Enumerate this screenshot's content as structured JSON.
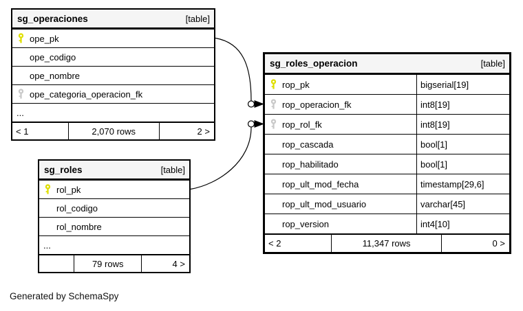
{
  "note": "Generated by SchemaSpy",
  "colors": {
    "pk_key": "#dfdf00",
    "fk_key": "#c9c9c9",
    "header_bg": "#f5f5f5",
    "border": "#000000",
    "connector": "#000000"
  },
  "tables": [
    {
      "id": "sg_operaciones",
      "title": "sg_operaciones",
      "badge": "[table]",
      "columns": [
        {
          "name": "ope_pk",
          "key": "pk",
          "type": ""
        },
        {
          "name": "ope_codigo",
          "key": "",
          "type": ""
        },
        {
          "name": "ope_nombre",
          "key": "",
          "type": ""
        },
        {
          "name": "ope_categoria_operacion_fk",
          "key": "fk",
          "type": ""
        },
        {
          "name": "...",
          "key": "",
          "type": "",
          "ellipsis": true
        }
      ],
      "footer": {
        "left": "< 1",
        "center": "2,070 rows",
        "right": "2 >"
      }
    },
    {
      "id": "sg_roles",
      "title": "sg_roles",
      "badge": "[table]",
      "columns": [
        {
          "name": "rol_pk",
          "key": "pk",
          "type": ""
        },
        {
          "name": "rol_codigo",
          "key": "",
          "type": ""
        },
        {
          "name": "rol_nombre",
          "key": "",
          "type": ""
        },
        {
          "name": "...",
          "key": "",
          "type": "",
          "ellipsis": true
        }
      ],
      "footer": {
        "left": "",
        "center": "79 rows",
        "right": "4 >"
      }
    },
    {
      "id": "sg_roles_operacion",
      "title": "sg_roles_operacion",
      "badge": "[table]",
      "columns": [
        {
          "name": "rop_pk",
          "key": "pk",
          "type": "bigserial[19]"
        },
        {
          "name": "rop_operacion_fk",
          "key": "fk",
          "type": "int8[19]"
        },
        {
          "name": "rop_rol_fk",
          "key": "fk",
          "type": "int8[19]"
        },
        {
          "name": "rop_cascada",
          "key": "",
          "type": "bool[1]"
        },
        {
          "name": "rop_habilitado",
          "key": "",
          "type": "bool[1]"
        },
        {
          "name": "rop_ult_mod_fecha",
          "key": "",
          "type": "timestamp[29,6]"
        },
        {
          "name": "rop_ult_mod_usuario",
          "key": "",
          "type": "varchar[45]"
        },
        {
          "name": "rop_version",
          "key": "",
          "type": "int4[10]"
        }
      ],
      "footer": {
        "left": "< 2",
        "center": "11,347 rows",
        "right": "0 >"
      }
    }
  ],
  "relationships": [
    {
      "from_table": "sg_operaciones",
      "from_column": "ope_pk",
      "to_table": "sg_roles_operacion",
      "to_column": "rop_operacion_fk"
    },
    {
      "from_table": "sg_roles",
      "from_column": "rol_pk",
      "to_table": "sg_roles_operacion",
      "to_column": "rop_rol_fk"
    }
  ]
}
